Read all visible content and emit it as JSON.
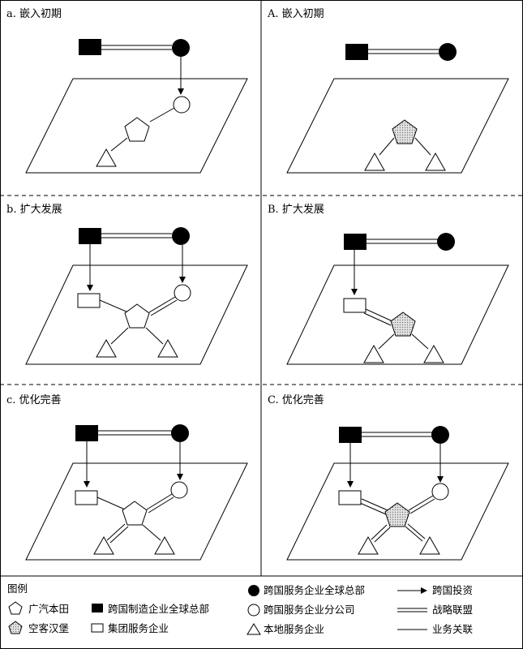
{
  "panels": {
    "a": {
      "title": "a. 嵌入初期"
    },
    "A": {
      "title": "A. 嵌入初期"
    },
    "b": {
      "title": "b. 扩大发展"
    },
    "B": {
      "title": "B. 扩大发展"
    },
    "c": {
      "title": "c. 优化完善"
    },
    "C": {
      "title": "C. 优化完善"
    }
  },
  "legend": {
    "title": "图例",
    "gac_honda": "广汽本田",
    "air_hamburg": "空客汉堡",
    "manufacturing_hq": "跨国制造企业全球总部",
    "group_service": "集团服务企业",
    "service_hq": "跨国服务企业全球总部",
    "service_branch": "跨国服务企业分公司",
    "local_service": "本地服务企业",
    "investment": "跨国投资",
    "alliance": "战略联盟",
    "business": "业务关联"
  },
  "colors": {
    "ink": "#000000",
    "background": "#ffffff",
    "pentagon_shaded": "#d8d8d8"
  }
}
